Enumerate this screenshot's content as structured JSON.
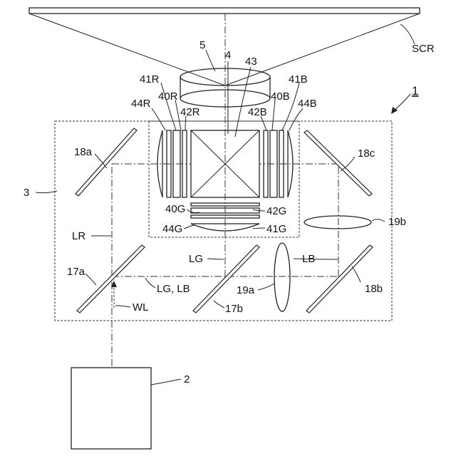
{
  "labels": {
    "screen": "SCR",
    "projection_lens": "5",
    "combining_prism": "4",
    "prism_film": "43",
    "device": "1",
    "separation_optics": "3",
    "light_source": "2",
    "red_polarizer_out": "41R",
    "red_panel": "40R",
    "red_incident_polarizer": "44R",
    "red_retarder": "42R",
    "blue_polarizer_out": "41B",
    "blue_panel": "40B",
    "blue_incident_polarizer": "44B",
    "blue_retarder": "42B",
    "green_panel": "40G",
    "green_retarder": "42G",
    "green_incident_polarizer": "44G",
    "green_polarizer_out": "41G",
    "mirror_18a": "18a",
    "mirror_18c": "18c",
    "mirror_18b": "18b",
    "lens_19b": "19b",
    "lens_19a": "19a",
    "dichroic_17a": "17a",
    "dichroic_17b": "17b",
    "red_path": "LR",
    "green_path": "LG",
    "blue_path": "LB",
    "green_blue_path": "LG, LB",
    "white_light": "WL"
  }
}
